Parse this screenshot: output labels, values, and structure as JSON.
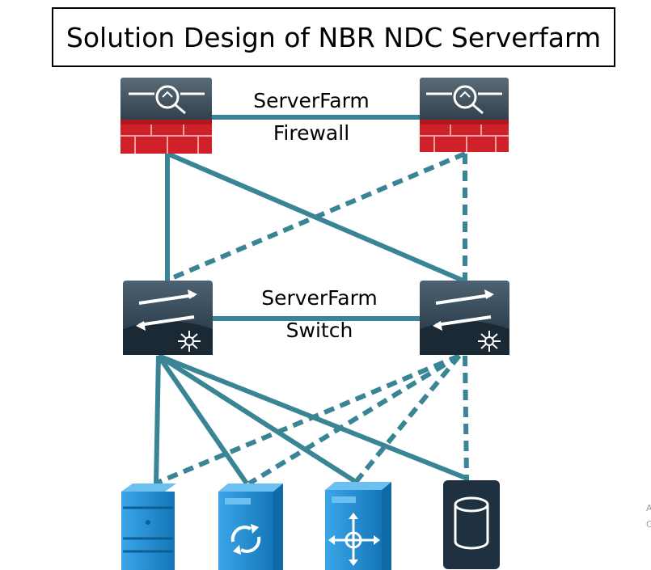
{
  "title": "Solution Design of NBR NDC Serverfarm",
  "firewall_label": {
    "line1": "ServerFarm",
    "line2": "Firewall"
  },
  "switch_label": {
    "line1": "ServerFarm",
    "line2": "Switch"
  },
  "link_color": "#3a8595",
  "firewall_red": "#d0202a",
  "server_blue": "#1c8fd6",
  "dark_device": "#1f3040",
  "nodes": {
    "firewalls": [
      "firewall-icon",
      "firewall-icon"
    ],
    "switches": [
      "layer3-switch-icon",
      "layer3-switch-icon"
    ],
    "servers": [
      "file-server-icon",
      "sync-server-icon",
      "router-server-icon",
      "database-icon"
    ]
  },
  "edge_marks": [
    "A",
    "C"
  ]
}
